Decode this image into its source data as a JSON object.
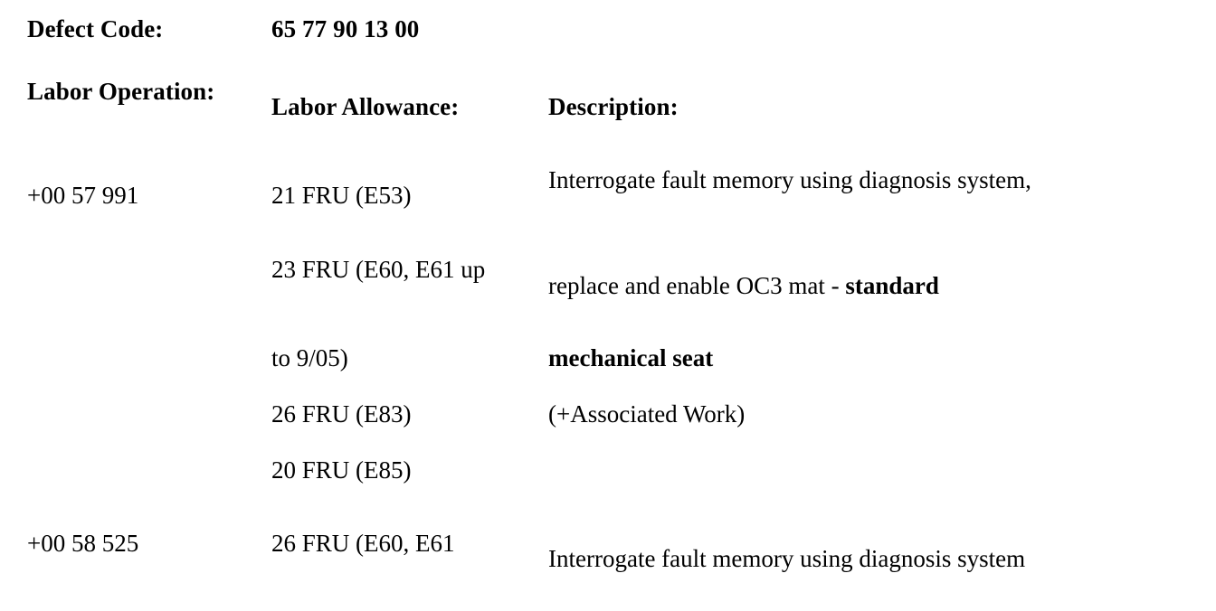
{
  "document": {
    "defect_code_label": "Defect Code:",
    "defect_code_value": "65 77 90 13 00",
    "columns": {
      "labor_operation_header": "Labor Operation:",
      "labor_allowance_header": "Labor Allowance:",
      "description_header": "Description:"
    },
    "rows": [
      {
        "labor_operation": "+00 57 991",
        "labor_allowance": "21 FRU (E53)",
        "description": "Interrogate fault memory using diagnosis system,"
      },
      {
        "labor_operation": "",
        "labor_allowance": "23 FRU (E60, E61 up",
        "description_regular": "replace and enable OC3 mat - ",
        "description_bold": "standard"
      },
      {
        "labor_operation": "",
        "labor_allowance": "to 9/05)",
        "description_bold": "mechanical seat"
      },
      {
        "labor_operation": "",
        "labor_allowance": "26 FRU (E83)",
        "description": "(+Associated Work)"
      },
      {
        "labor_operation": "",
        "labor_allowance": "20 FRU (E85)",
        "description": ""
      },
      {
        "labor_operation": "+00 58 525",
        "labor_allowance": "26 FRU (E60, E61",
        "description": "Interrogate fault memory using diagnosis system"
      }
    ]
  },
  "colors": {
    "text": "#000000",
    "background": "#ffffff"
  }
}
